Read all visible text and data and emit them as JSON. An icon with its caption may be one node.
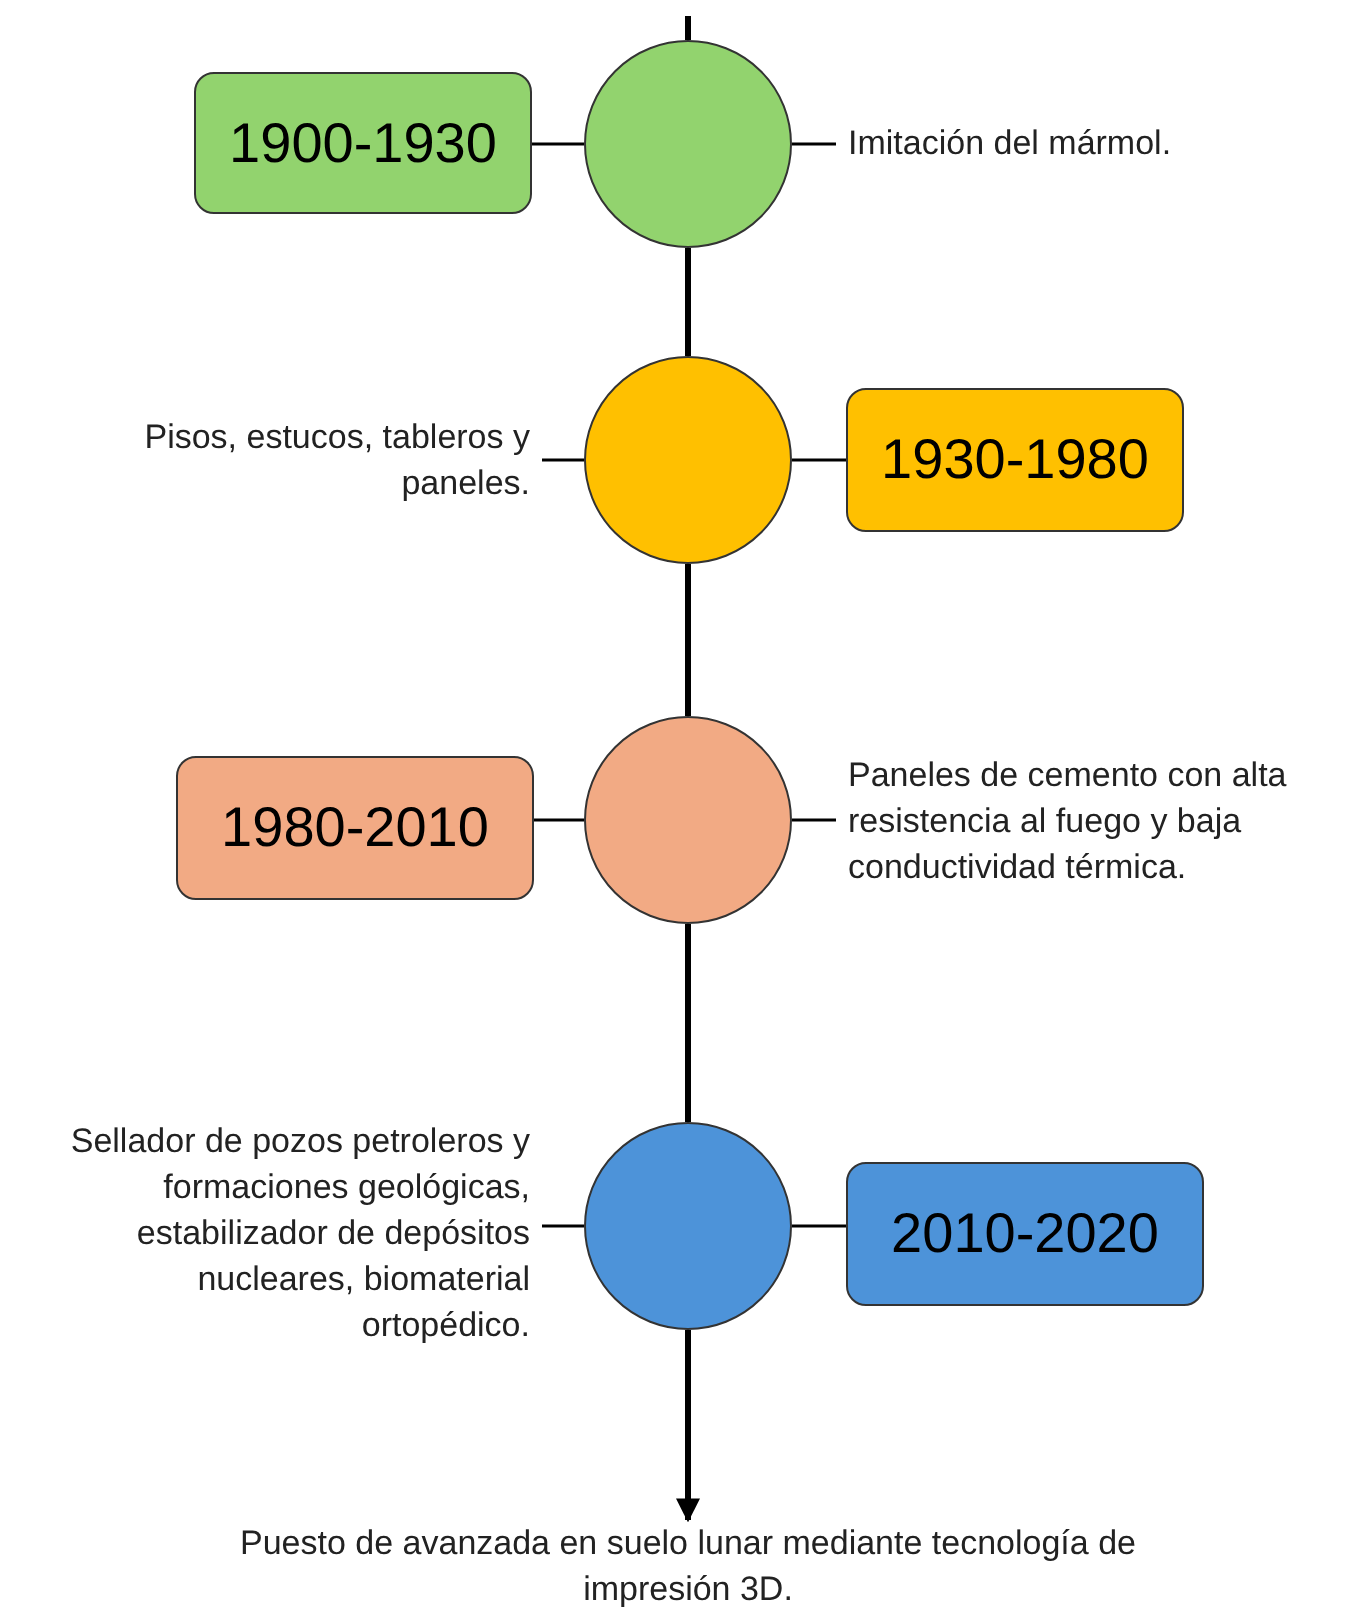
{
  "diagram": {
    "nodes": [
      {
        "text": [
          "1900-1930"
        ]
      },
      {
        "text": [],
        "shape": "circle"
      },
      {
        "text": [
          "Imitación del mármol."
        ]
      },
      {
        "text": [
          "Pisos, estucos, tableros y paneles."
        ]
      },
      {
        "text": [],
        "shape": "circle"
      },
      {
        "text": [
          "1930-1980"
        ]
      },
      {
        "text": [
          "1980-2010"
        ]
      },
      {
        "text": [],
        "shape": "circle"
      },
      {
        "text": [
          "Paneles de cemento con alta resistencia al fuego y baja conductividad térmica."
        ]
      },
      {
        "text": [
          "Sellador de pozos petroleros y formaciones geológicas, estabilizador de depósitos nucleares, biomaterial ortopédico."
        ]
      },
      {
        "text": [],
        "shape": "circle"
      },
      {
        "text": [
          "2010-2020"
        ]
      },
      {
        "text": [
          "Puesto de avanzada en suelo lunar mediante tecnología de impresión 3D."
        ]
      }
    ],
    "edges": [
      {
        "from": null,
        "to": 1,
        "arrow": "none",
        "style": "thick"
      },
      {
        "from": 0,
        "to": 1,
        "arrow": "none"
      },
      {
        "from": 1,
        "to": 2,
        "arrow": "none"
      },
      {
        "from": 1,
        "to": 4,
        "arrow": "none",
        "style": "thick"
      },
      {
        "from": 3,
        "to": 4,
        "arrow": "none"
      },
      {
        "from": 4,
        "to": 5,
        "arrow": "none"
      },
      {
        "from": 4,
        "to": 7,
        "arrow": "none",
        "style": "thick"
      },
      {
        "from": 6,
        "to": 7,
        "arrow": "none"
      },
      {
        "from": 7,
        "to": 8,
        "arrow": "none"
      },
      {
        "from": 7,
        "to": 10,
        "arrow": "none",
        "style": "thick"
      },
      {
        "from": 9,
        "to": 10,
        "arrow": "none"
      },
      {
        "from": 10,
        "to": 11,
        "arrow": "none"
      },
      {
        "from": 10,
        "to": 12,
        "arrow": "to",
        "style": "thick"
      }
    ]
  }
}
